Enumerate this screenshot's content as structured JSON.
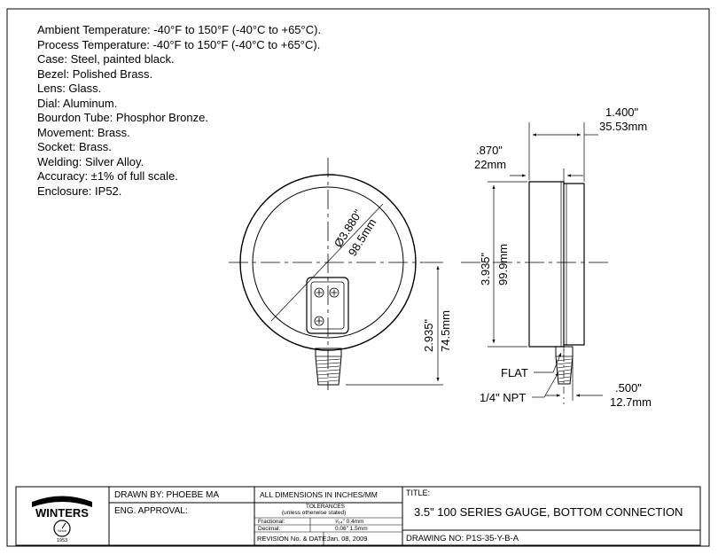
{
  "specs": [
    "Ambient Temperature: -40°F to 150°F (-40°C to +65°C).",
    "Process Temperature: -40°F to 150°F (-40°C to +65°C).",
    "Case: Steel, painted black.",
    "Bezel: Polished Brass.",
    "Lens: Glass.",
    "Dial: Aluminum.",
    "Bourdon Tube: Phosphor Bronze.",
    "Movement: Brass.",
    "Socket: Brass.",
    "Welding: Silver Alloy.",
    "Accuracy: ±1% of full scale.",
    "Enclosure: IP52."
  ],
  "dims": {
    "diameter_in": "Ø3.880\"",
    "diameter_mm": "98.5mm",
    "height_in": "2.935\"",
    "height_mm": "74.5mm",
    "depth_in": "1.400\"",
    "depth_mm": "35.53mm",
    "offset_in": ".870\"",
    "offset_mm": "22mm",
    "side_in": "3.935\"",
    "side_mm": "99.9mm",
    "stem_in": ".500\"",
    "stem_mm": "12.7mm",
    "flat_label": "FLAT",
    "npt_label": "1/4\" NPT"
  },
  "logo": {
    "brand": "WINTERS",
    "since": "Since",
    "year": "1953"
  },
  "titleblock": {
    "drawn_by": "DRAWN BY: PHOEBE MA",
    "eng_approval": "ENG. APPROVAL:",
    "dimensions_note": "ALL DIMENSIONS IN INCHES/MM",
    "tolerances": "TOLERANCES",
    "tolerances_sub": "(unless otherwise stated)",
    "fractional_label": "Fractional:",
    "fractional_value": "¹⁄₆₄\" 0.4mm",
    "decimal_label": "Decimal:",
    "decimal_value": "0.06\" 1.5mm",
    "revision": "REVISION No. & DATE:",
    "revision_date": "Jan. 08, 2009",
    "title_label": "TITLE:",
    "title": "3.5\" 100 SERIES GAUGE, BOTTOM CONNECTION",
    "drawing_no": "DRAWING NO: P1S-35-Y-B-A"
  }
}
